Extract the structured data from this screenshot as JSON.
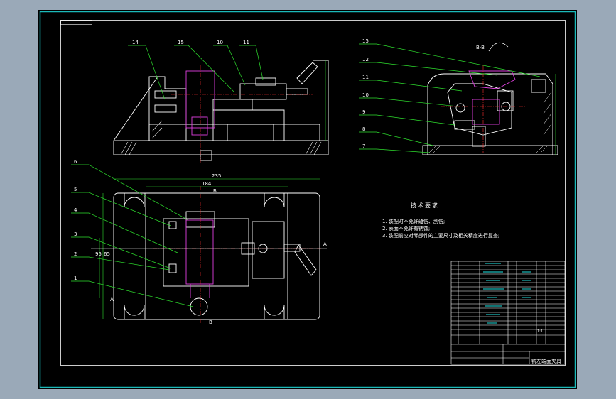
{
  "drawing": {
    "section_title": "B-B",
    "dim_235": "235",
    "dim_184": "184",
    "dim_95": "95",
    "dim_65": "65",
    "section_marks": {
      "a": "A",
      "b": "B"
    }
  },
  "leaders_top": [
    "14",
    "15",
    "10",
    "11"
  ],
  "leaders_right": [
    "15",
    "12",
    "11",
    "10",
    "9",
    "8",
    "7"
  ],
  "leaders_plan": [
    "6",
    "5",
    "4",
    "3",
    "2",
    "1"
  ],
  "tech_req": {
    "title": "技术要求",
    "items": [
      "1. 装配时不允许磕伤、刮伤;",
      "2. 表面不允许有锈蚀;",
      "3. 装配前应对零部件的主要尺寸及相关精度进行复查;"
    ]
  },
  "title_block": {
    "name": "铣左端面夹具",
    "scale": "1:1"
  },
  "colors": {
    "sheet": "#000000",
    "frame_teal": "#1bb9b9",
    "line_white": "#ffffff",
    "line_green": "#2ee02e",
    "line_magenta": "#e040e0",
    "line_red": "#ff3030",
    "outer_bg": "#9aa9b8"
  }
}
